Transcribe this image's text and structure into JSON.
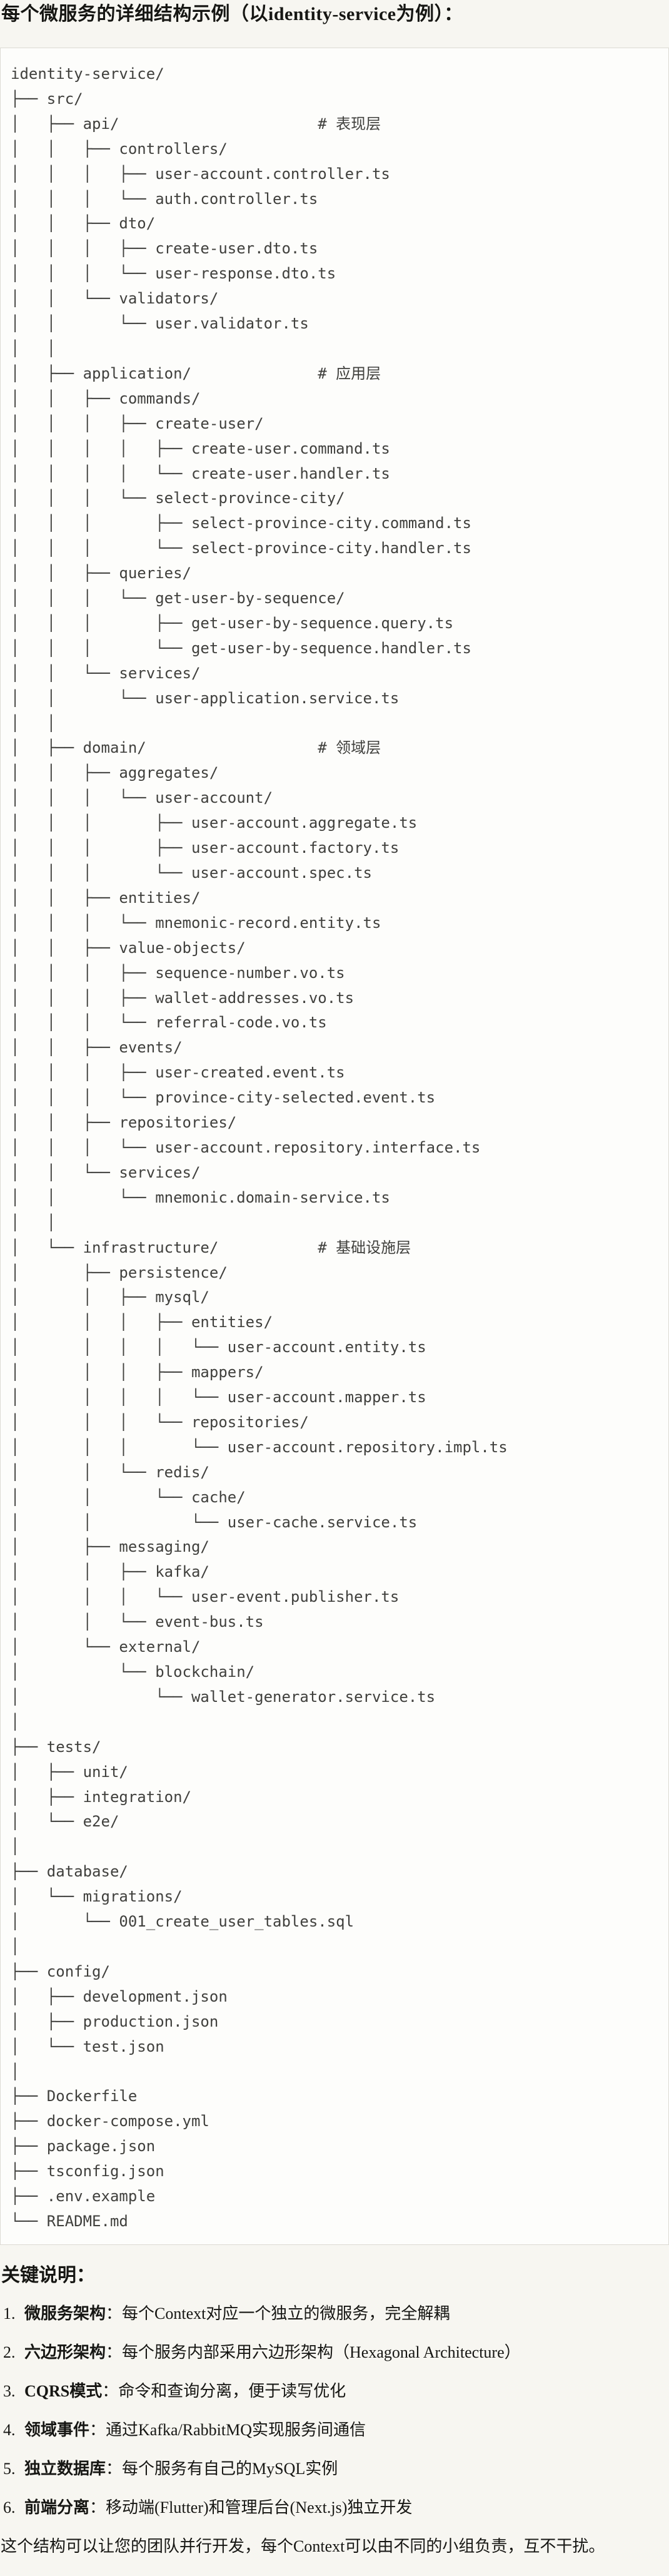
{
  "page": {
    "title": "每个微服务的详细结构示例（以identity-service为例）："
  },
  "tree": {
    "lines": [
      "identity-service/",
      "├── src/",
      "│   ├── api/                      # 表现层",
      "│   │   ├── controllers/",
      "│   │   │   ├── user-account.controller.ts",
      "│   │   │   └── auth.controller.ts",
      "│   │   ├── dto/",
      "│   │   │   ├── create-user.dto.ts",
      "│   │   │   └── user-response.dto.ts",
      "│   │   └── validators/",
      "│   │       └── user.validator.ts",
      "│   │",
      "│   ├── application/              # 应用层",
      "│   │   ├── commands/",
      "│   │   │   ├── create-user/",
      "│   │   │   │   ├── create-user.command.ts",
      "│   │   │   │   └── create-user.handler.ts",
      "│   │   │   └── select-province-city/",
      "│   │   │       ├── select-province-city.command.ts",
      "│   │   │       └── select-province-city.handler.ts",
      "│   │   ├── queries/",
      "│   │   │   └── get-user-by-sequence/",
      "│   │   │       ├── get-user-by-sequence.query.ts",
      "│   │   │       └── get-user-by-sequence.handler.ts",
      "│   │   └── services/",
      "│   │       └── user-application.service.ts",
      "│   │",
      "│   ├── domain/                   # 领域层",
      "│   │   ├── aggregates/",
      "│   │   │   └── user-account/",
      "│   │   │       ├── user-account.aggregate.ts",
      "│   │   │       ├── user-account.factory.ts",
      "│   │   │       └── user-account.spec.ts",
      "│   │   ├── entities/",
      "│   │   │   └── mnemonic-record.entity.ts",
      "│   │   ├── value-objects/",
      "│   │   │   ├── sequence-number.vo.ts",
      "│   │   │   ├── wallet-addresses.vo.ts",
      "│   │   │   └── referral-code.vo.ts",
      "│   │   ├── events/",
      "│   │   │   ├── user-created.event.ts",
      "│   │   │   └── province-city-selected.event.ts",
      "│   │   ├── repositories/",
      "│   │   │   └── user-account.repository.interface.ts",
      "│   │   └── services/",
      "│   │       └── mnemonic.domain-service.ts",
      "│   │",
      "│   └── infrastructure/           # 基础设施层",
      "│       ├── persistence/",
      "│       │   ├── mysql/",
      "│       │   │   ├── entities/",
      "│       │   │   │   └── user-account.entity.ts",
      "│       │   │   ├── mappers/",
      "│       │   │   │   └── user-account.mapper.ts",
      "│       │   │   └── repositories/",
      "│       │   │       └── user-account.repository.impl.ts",
      "│       │   └── redis/",
      "│       │       └── cache/",
      "│       │           └── user-cache.service.ts",
      "│       ├── messaging/",
      "│       │   ├── kafka/",
      "│       │   │   └── user-event.publisher.ts",
      "│       │   └── event-bus.ts",
      "│       └── external/",
      "│           └── blockchain/",
      "│               └── wallet-generator.service.ts",
      "│",
      "├── tests/",
      "│   ├── unit/",
      "│   ├── integration/",
      "│   └── e2e/",
      "│",
      "├── database/",
      "│   └── migrations/",
      "│       └── 001_create_user_tables.sql",
      "│",
      "├── config/",
      "│   ├── development.json",
      "│   ├── production.json",
      "│   └── test.json",
      "│",
      "├── Dockerfile",
      "├── docker-compose.yml",
      "├── package.json",
      "├── tsconfig.json",
      "├── .env.example",
      "└── README.md"
    ]
  },
  "notes": {
    "heading": "关键说明：",
    "items": [
      {
        "num": "1.",
        "term": "微服务架构",
        "text": "：每个Context对应一个独立的微服务，完全解耦"
      },
      {
        "num": "2.",
        "term": "六边形架构",
        "text": "：每个服务内部采用六边形架构（Hexagonal Architecture）"
      },
      {
        "num": "3.",
        "term": "CQRS模式",
        "text": "：命令和查询分离，便于读写优化"
      },
      {
        "num": "4.",
        "term": "领域事件",
        "text": "：通过Kafka/RabbitMQ实现服务间通信"
      },
      {
        "num": "5.",
        "term": "独立数据库",
        "text": "：每个服务有自己的MySQL实例"
      },
      {
        "num": "6.",
        "term": "前端分离",
        "text": "：移动端(Flutter)和管理后台(Next.js)独立开发"
      }
    ]
  },
  "footer": {
    "text": "这个结构可以让您的团队并行开发，每个Context可以由不同的小组负责，互不干扰。"
  }
}
